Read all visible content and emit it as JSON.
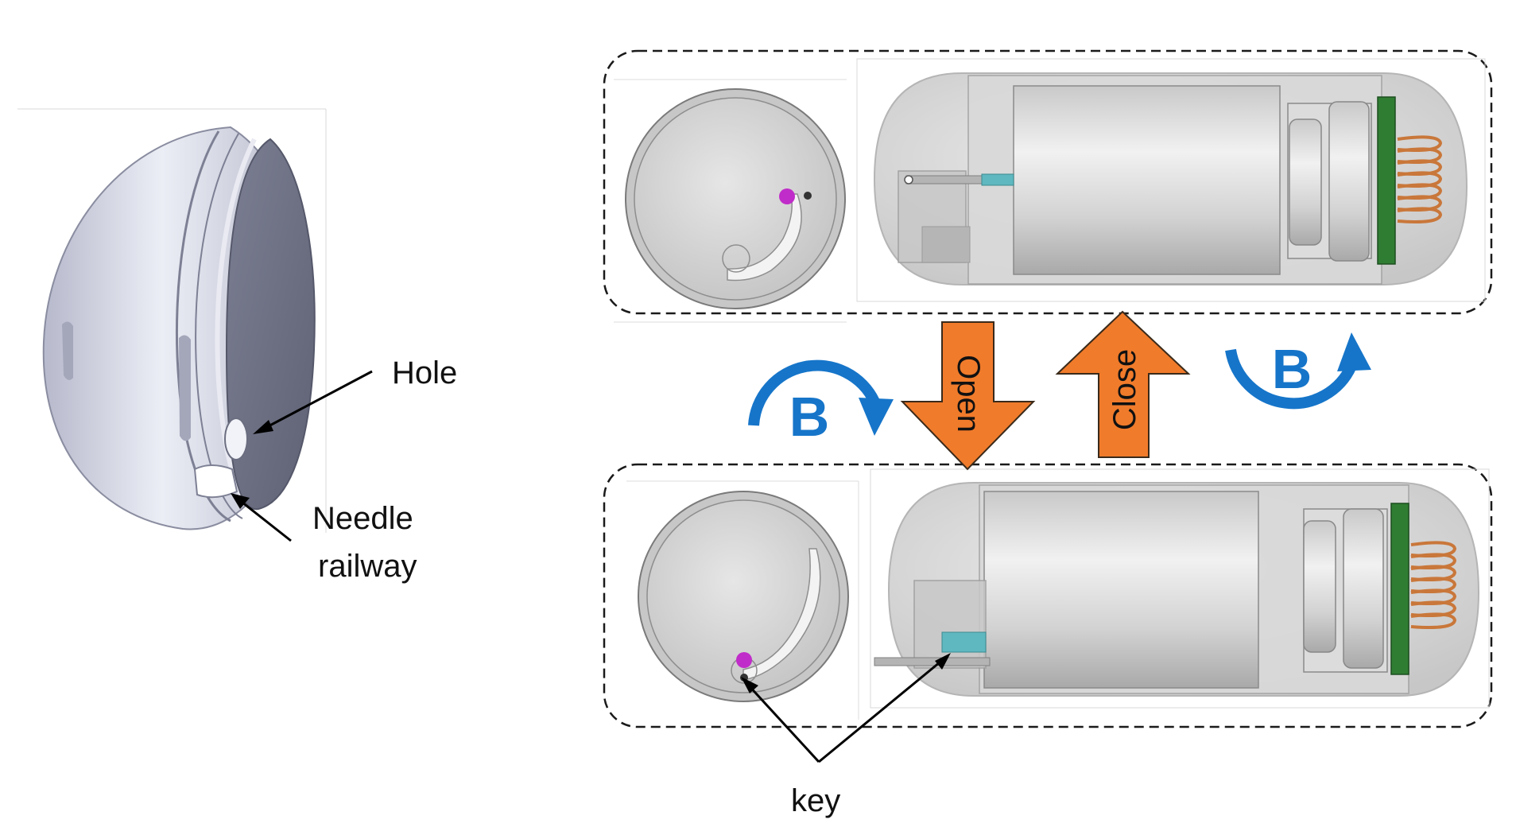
{
  "labels": {
    "hole": "Hole",
    "needle_line1": "Needle",
    "needle_line2": "railway",
    "key": "key",
    "open": "Open",
    "close": "Close",
    "rotate_left": "B",
    "rotate_right": "B"
  },
  "colors": {
    "rotation_arrow": "#1675c9",
    "state_arrow": "#f07b2b",
    "state_arrow_outline": "#3a2a1a",
    "key_dot": "#c02cc9",
    "coil": "#c9773a",
    "pcb": "#2f7d32",
    "frame_dash": "#1a1a1a"
  }
}
